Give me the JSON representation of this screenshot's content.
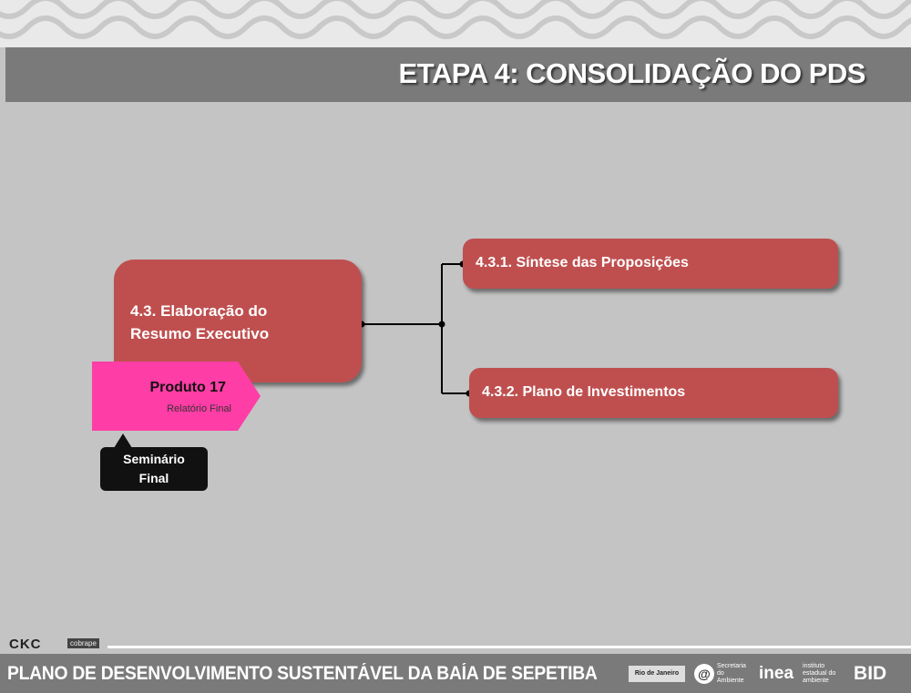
{
  "header": {
    "title": "ETAPA 4: CONSOLIDAÇÃO DO PDS"
  },
  "diagram": {
    "main_box": {
      "line1": "4.3. Elaboração do",
      "line2": "Resumo Executivo"
    },
    "sub_items": [
      {
        "label": "4.3.1. Síntese das Proposições"
      },
      {
        "label": "4.3.2. Plano de Investimentos"
      }
    ],
    "produto": {
      "title": "Produto 17",
      "subtitle": "Relatório Final"
    },
    "seminario": {
      "line1": "Seminário",
      "line2": "Final"
    }
  },
  "footer": {
    "ckc": "CKC",
    "cobrape": "cobrape",
    "title": "PLANO DE DESENVOLVIMENTO SUSTENTÁVEL DA BAÍA DE SEPETIBA",
    "logo_rj": "Rio de Janeiro",
    "logo_sec": "Secretaria do Ambiente",
    "logo_inea": "inea",
    "logo_inea_sub": "instituto estadual do ambiente",
    "logo_bid": "BID"
  },
  "colors": {
    "box": "#bf4f4f",
    "produto": "#ff3da6",
    "header": "#7a7a7a",
    "background": "#c4c4c4"
  }
}
